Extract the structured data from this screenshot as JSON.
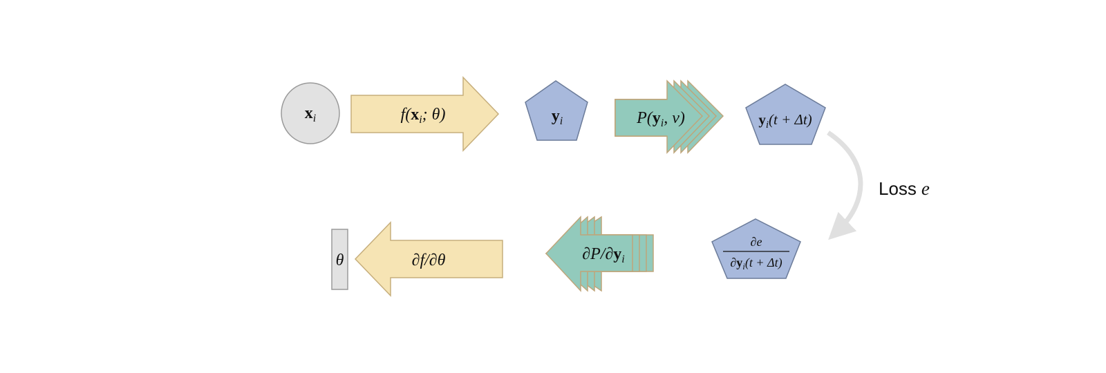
{
  "forward": {
    "input": {
      "symbol": "x",
      "subscript": "i"
    },
    "model_arrow": {
      "func": "f(",
      "arg_bold": "x",
      "arg_sub": "i",
      "rest": "; θ)"
    },
    "output": {
      "symbol": "y",
      "subscript": "i"
    },
    "physics_arrow": {
      "func": "P(",
      "arg_bold": "y",
      "arg_sub": "i",
      "rest": ", ν)"
    },
    "future": {
      "symbol": "y",
      "subscript": "i",
      "rest": "(t + Δt)"
    }
  },
  "loss": {
    "word": "Loss",
    "symbol": "e"
  },
  "backward": {
    "gradient": {
      "numerator": "∂e",
      "den_prefix": "∂",
      "den_bold": "y",
      "den_sub": "i",
      "den_rest": "(t + Δt)"
    },
    "physics_grad": {
      "prefix": "∂P/∂",
      "bold": "y",
      "sub": "i"
    },
    "model_grad": {
      "text": "∂f/∂θ"
    },
    "params": {
      "symbol": "θ"
    }
  },
  "colors": {
    "yellow_fill": "#F6E4B4",
    "yellow_stroke": "#C6AE7C",
    "teal_fill": "#92CABC",
    "teal_stroke": "#BFA57A",
    "blue_fill": "#A8B9DC",
    "blue_stroke": "#6B7B99",
    "gray_fill": "#E2E2E2",
    "gray_stroke": "#9A9A9A",
    "loss_arrow": "#E0E0E0"
  }
}
